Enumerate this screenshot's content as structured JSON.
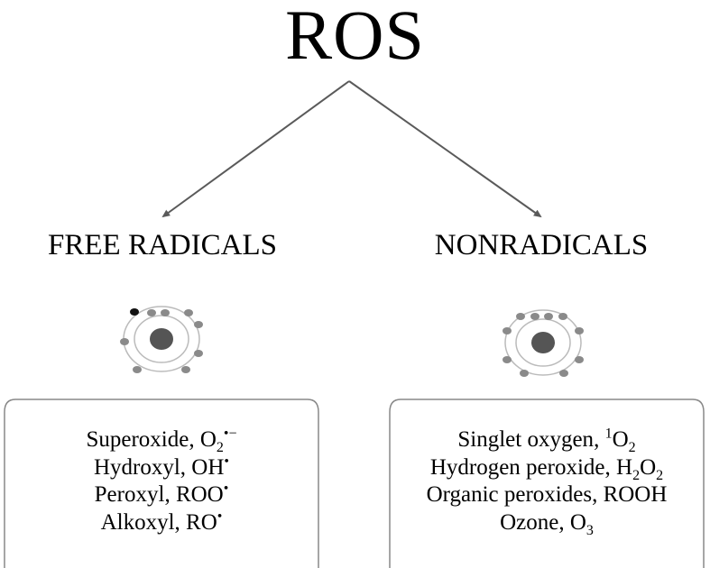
{
  "title": "ROS",
  "free_radicals": {
    "heading": "FREE RADICALS",
    "items": [
      {
        "name": "Superoxide",
        "formula_main": "O",
        "formula_sub": "2",
        "formula_sup": "•−"
      },
      {
        "name": "Hydroxyl",
        "formula_main": "OH",
        "formula_sub": "",
        "formula_sup": "•"
      },
      {
        "name": "Peroxyl",
        "formula_main": "ROO",
        "formula_sub": "",
        "formula_sup": "•"
      },
      {
        "name": "Alkoxyl",
        "formula_main": "RO",
        "formula_sub": "",
        "formula_sup": "•"
      }
    ]
  },
  "nonradicals": {
    "heading": "NONRADICALS",
    "items": [
      {
        "name": "Singlet oxygen",
        "pre_sup": "1",
        "formula_main": "O",
        "formula_sub": "2"
      },
      {
        "name": "Hydrogen peroxide",
        "formula_parts": [
          "H",
          "2",
          "O",
          "2"
        ]
      },
      {
        "name": "Organic peroxides",
        "formula_main": "ROOH"
      },
      {
        "name": "Ozone",
        "formula_main": "O",
        "formula_sub": "3"
      }
    ]
  },
  "colors": {
    "arrow": "#5a5a5a",
    "nucleus": "#555555",
    "electron": "#8a8a8a",
    "unpaired_electron": "#111111",
    "orbit": "#bbbbbb",
    "box_border": "#888888"
  }
}
